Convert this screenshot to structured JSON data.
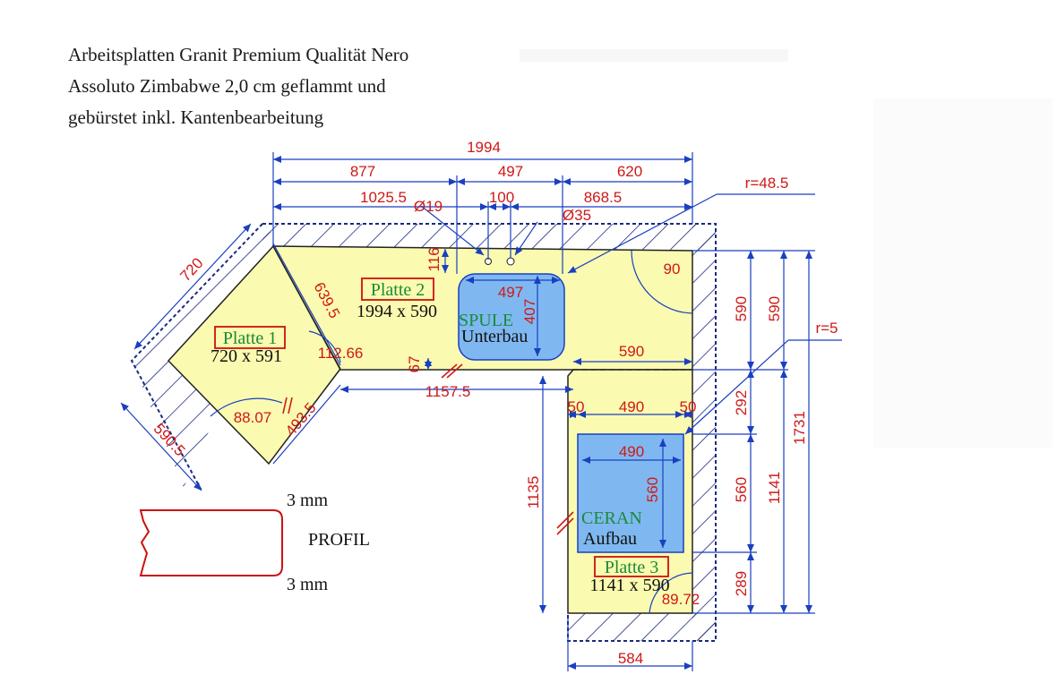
{
  "caption": {
    "line1": "Arbeitsplatten Granit Premium Qualität Nero",
    "line2": "Assoluto Zimbabwe 2,0 cm geflammt und",
    "line3": "gebürstet inkl. Kantenbearbeitung"
  },
  "panels": {
    "p1": {
      "name": "Platte 1",
      "size": "720 x 591"
    },
    "p2": {
      "name": "Platte 2",
      "size": "1994 x 590"
    },
    "p3": {
      "name": "Platte 3",
      "size": "1141 x 590"
    }
  },
  "cutouts": {
    "sink": {
      "name": "SPULE",
      "type": "Unterbau"
    },
    "hob": {
      "name": "CERAN",
      "type": "Aufbau"
    }
  },
  "profile": {
    "label": "PROFIL",
    "top": "3 mm",
    "bottom": "3 mm"
  },
  "dims": {
    "overall_width": "1994",
    "seg_877": "877",
    "seg_497": "497",
    "seg_620": "620",
    "d_1025_5": "1025.5",
    "d_100": "100",
    "d_868_5": "868.5",
    "hole_19": "Ø19",
    "hole_35": "Ø35",
    "radius_48_5": "r=48.5",
    "radius_5": "r=5",
    "p1_720": "720",
    "p1_639_5": "639.5",
    "p1_590_5": "590.5",
    "p1_493_5": "493.5",
    "angle_112_66": "112.66",
    "angle_88_07": "88.07",
    "sink_w": "497",
    "sink_h": "407",
    "d_116": "116",
    "d_67": "67",
    "d_1157_5": "1157.5",
    "angle_90": "90",
    "d_590_top": "590",
    "d_50_left": "50",
    "d_490": "490",
    "d_50_right": "50",
    "hob_w": "490",
    "hob_h": "560",
    "d_1135": "1135",
    "angle_89_72": "89.72",
    "d_584": "584",
    "r_590_a": "590",
    "r_590_b": "590",
    "r_292": "292",
    "r_560": "560",
    "r_289": "289",
    "r_1141": "1141",
    "r_1731": "1731"
  },
  "colors": {
    "panel_fill": "#fafab0",
    "cutout_fill": "#7fb8f0",
    "dim_line": "#1a3fc0",
    "dim_text": "#d01818",
    "label_green": "#1a8a3a",
    "label_box": "#cc1111"
  }
}
